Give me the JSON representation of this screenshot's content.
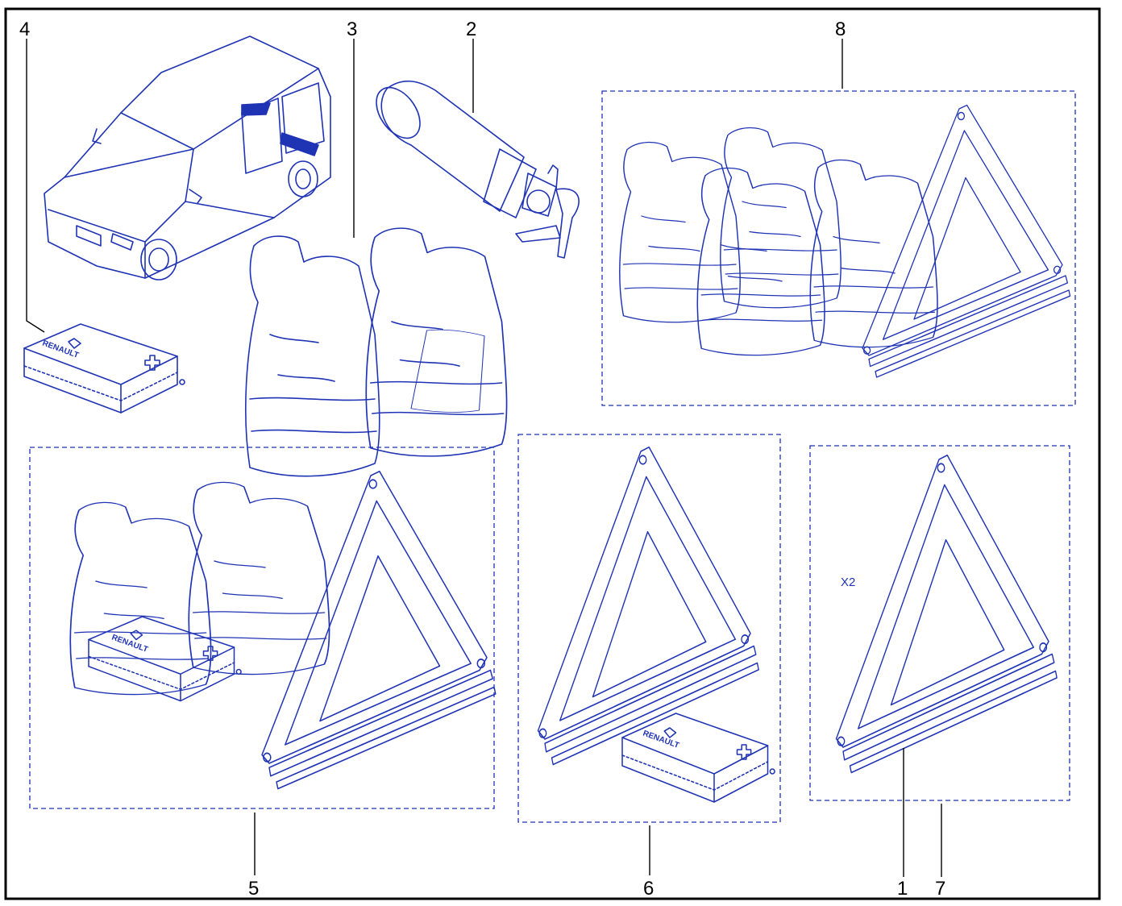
{
  "colors": {
    "ink": "#1f33b5",
    "leader": "#000000",
    "frame": "#000000",
    "background": "#ffffff"
  },
  "labels": {
    "l1": "1",
    "l2": "2",
    "l3": "3",
    "l4": "4",
    "l5": "5",
    "l6": "6",
    "l7": "7",
    "l8": "8"
  },
  "quantity_note": "X2",
  "brand_on_kits": "RENAULT",
  "items": [
    {
      "id": "van",
      "icon": "van-illustration"
    },
    {
      "id": "fire-extinguisher",
      "icon": "fire-extinguisher-icon",
      "label": "2"
    },
    {
      "id": "safety-vests",
      "icon": "safety-vest-icon",
      "label": "3"
    },
    {
      "id": "first-aid-kit",
      "icon": "first-aid-kit-icon",
      "label": "4"
    },
    {
      "id": "kit-vests-aid-triangle",
      "label": "5"
    },
    {
      "id": "kit-triangle-aid",
      "label": "6"
    },
    {
      "id": "kit-triangle-x2",
      "label": "7"
    },
    {
      "id": "warning-triangle",
      "icon": "warning-triangle-icon",
      "label": "1"
    },
    {
      "id": "kit-vests-triangle",
      "label": "8"
    }
  ]
}
